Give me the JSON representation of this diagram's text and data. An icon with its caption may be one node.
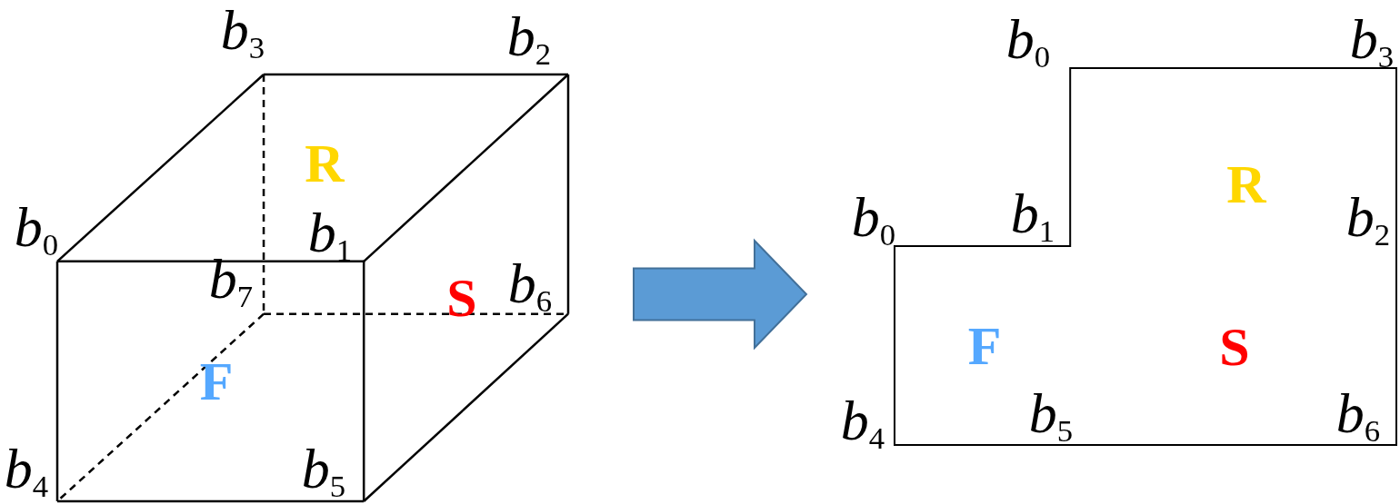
{
  "diagram": {
    "nodes": [
      {
        "text": [],
        "shape": "cube"
      },
      {
        "text": [],
        "shape": "polygon"
      }
    ],
    "edges": [
      {
        "from": 0,
        "to": 1,
        "arrow": "to",
        "color": "#5b9bd5"
      }
    ],
    "labels": [
      "*b*$_{3}$",
      "*b*$_{2}$",
      "R",
      "*b*$_{0}$",
      "*b*$_{1}$",
      "*b*$_{7}$",
      "S",
      "*b*$_{6}$",
      "F",
      "*b*$_{4}$",
      "*b*$_{5}$",
      "*b*$_{0}$",
      "*b*$_{3}$",
      "R",
      "*b*$_{0}$",
      "*b*$_{1}$",
      "*b*$_{2}$",
      "F",
      "S",
      "*b*$_{4}$",
      "*b*$_{5}$",
      "*b*$_{6}$"
    ]
  }
}
